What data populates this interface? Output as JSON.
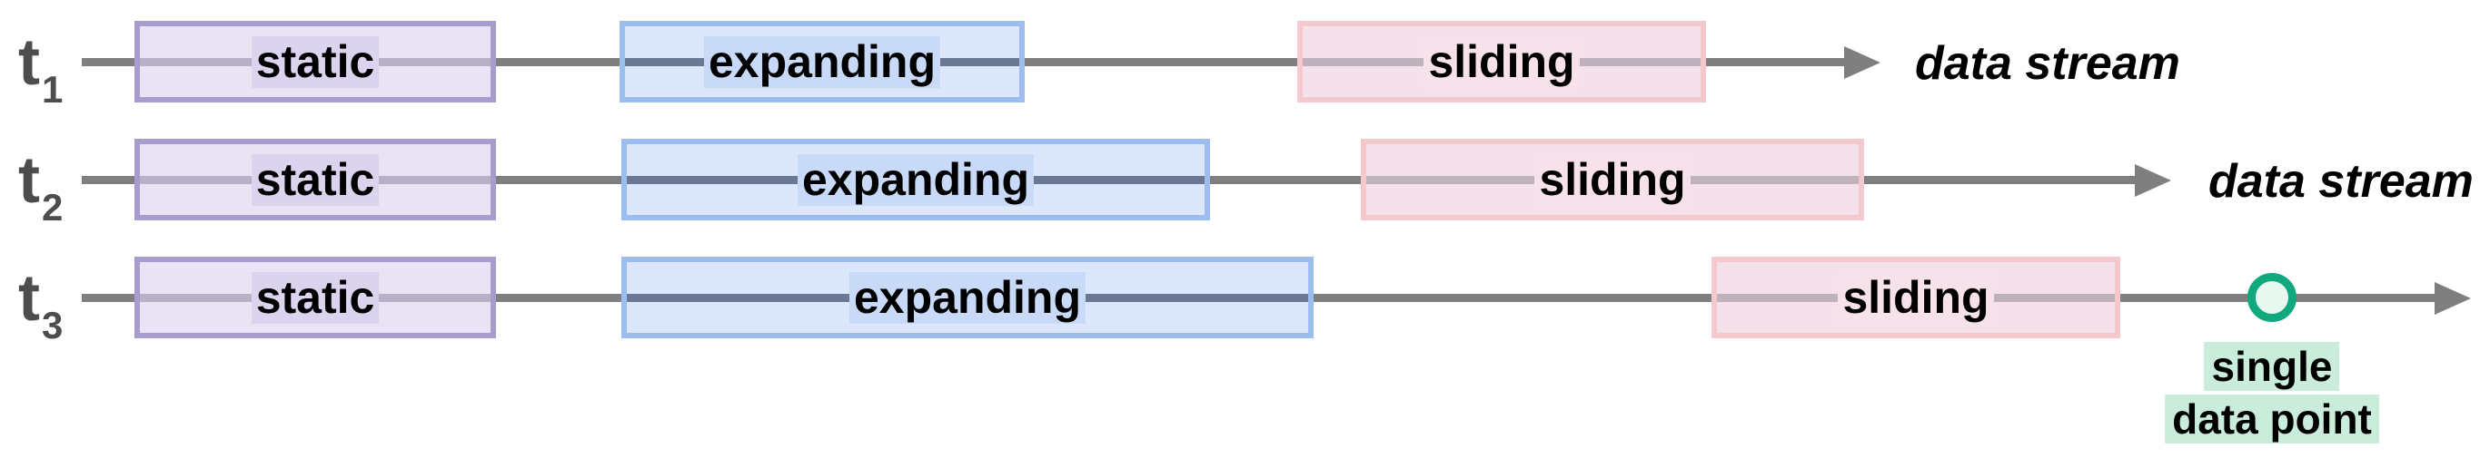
{
  "colors": {
    "line": "#7f7f7f",
    "time-label": "#4d4d4d",
    "text": "#000000",
    "static-border": "#a89cce",
    "static-fill": "#e9e4f4",
    "static-highlight": "#dcd4ee",
    "static-line": "#b7b1c7",
    "expanding-border": "#9dbdee",
    "expanding-fill": "#dce7fb",
    "expanding-highlight": "#c9daf8",
    "expanding-line": "#6b7894",
    "sliding-border": "#f3c9cd",
    "sliding-fill": "#f4e1e9",
    "sliding-highlight": "#f7e2eb",
    "sliding-line": "#c0b2bd",
    "marker-stroke": "#10a97e",
    "marker-fill": "#e9f7f1",
    "annotation-highlight": "#c9ecdb"
  },
  "diagram": {
    "rows": [
      {
        "time": {
          "base": "t",
          "sub": "1"
        },
        "windows": {
          "static": {
            "label": "static"
          },
          "expanding": {
            "label": "expanding"
          },
          "sliding": {
            "label": "sliding"
          }
        },
        "stream_label": "data stream"
      },
      {
        "time": {
          "base": "t",
          "sub": "2"
        },
        "windows": {
          "static": {
            "label": "static"
          },
          "expanding": {
            "label": "expanding"
          },
          "sliding": {
            "label": "sliding"
          }
        },
        "stream_label": "data stream"
      },
      {
        "time": {
          "base": "t",
          "sub": "3"
        },
        "windows": {
          "static": {
            "label": "static"
          },
          "expanding": {
            "label": "expanding"
          },
          "sliding": {
            "label": "sliding"
          }
        },
        "annotation": {
          "line1": "single",
          "line2": "data point"
        }
      }
    ]
  }
}
